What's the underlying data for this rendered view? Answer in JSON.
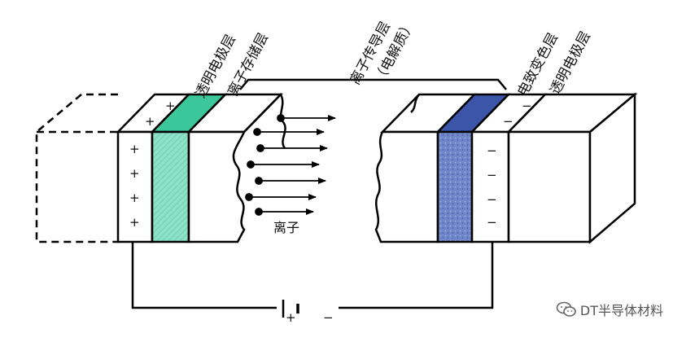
{
  "labels": {
    "left_electrode": "透明电极层",
    "ion_storage": "离子存储层",
    "electrolyte_line1": "离子传导层",
    "electrolyte_line2": "（电解质）",
    "electrochromic": "电致变色层",
    "right_electrode": "透明电极层",
    "ions": "离子"
  },
  "signs": {
    "plus": "+",
    "minus": "−"
  },
  "battery": {
    "plus": "+",
    "minus": "−"
  },
  "watermark": {
    "text": "DT半导体材料",
    "icon": "wechat-icon"
  },
  "colors": {
    "ion_storage_fill": "#8ee0c6",
    "ion_storage_top": "#3cc79a",
    "electrochromic_fill": "#6f86c9",
    "electrochromic_top": "#3c55a8",
    "outline": "#000000"
  }
}
